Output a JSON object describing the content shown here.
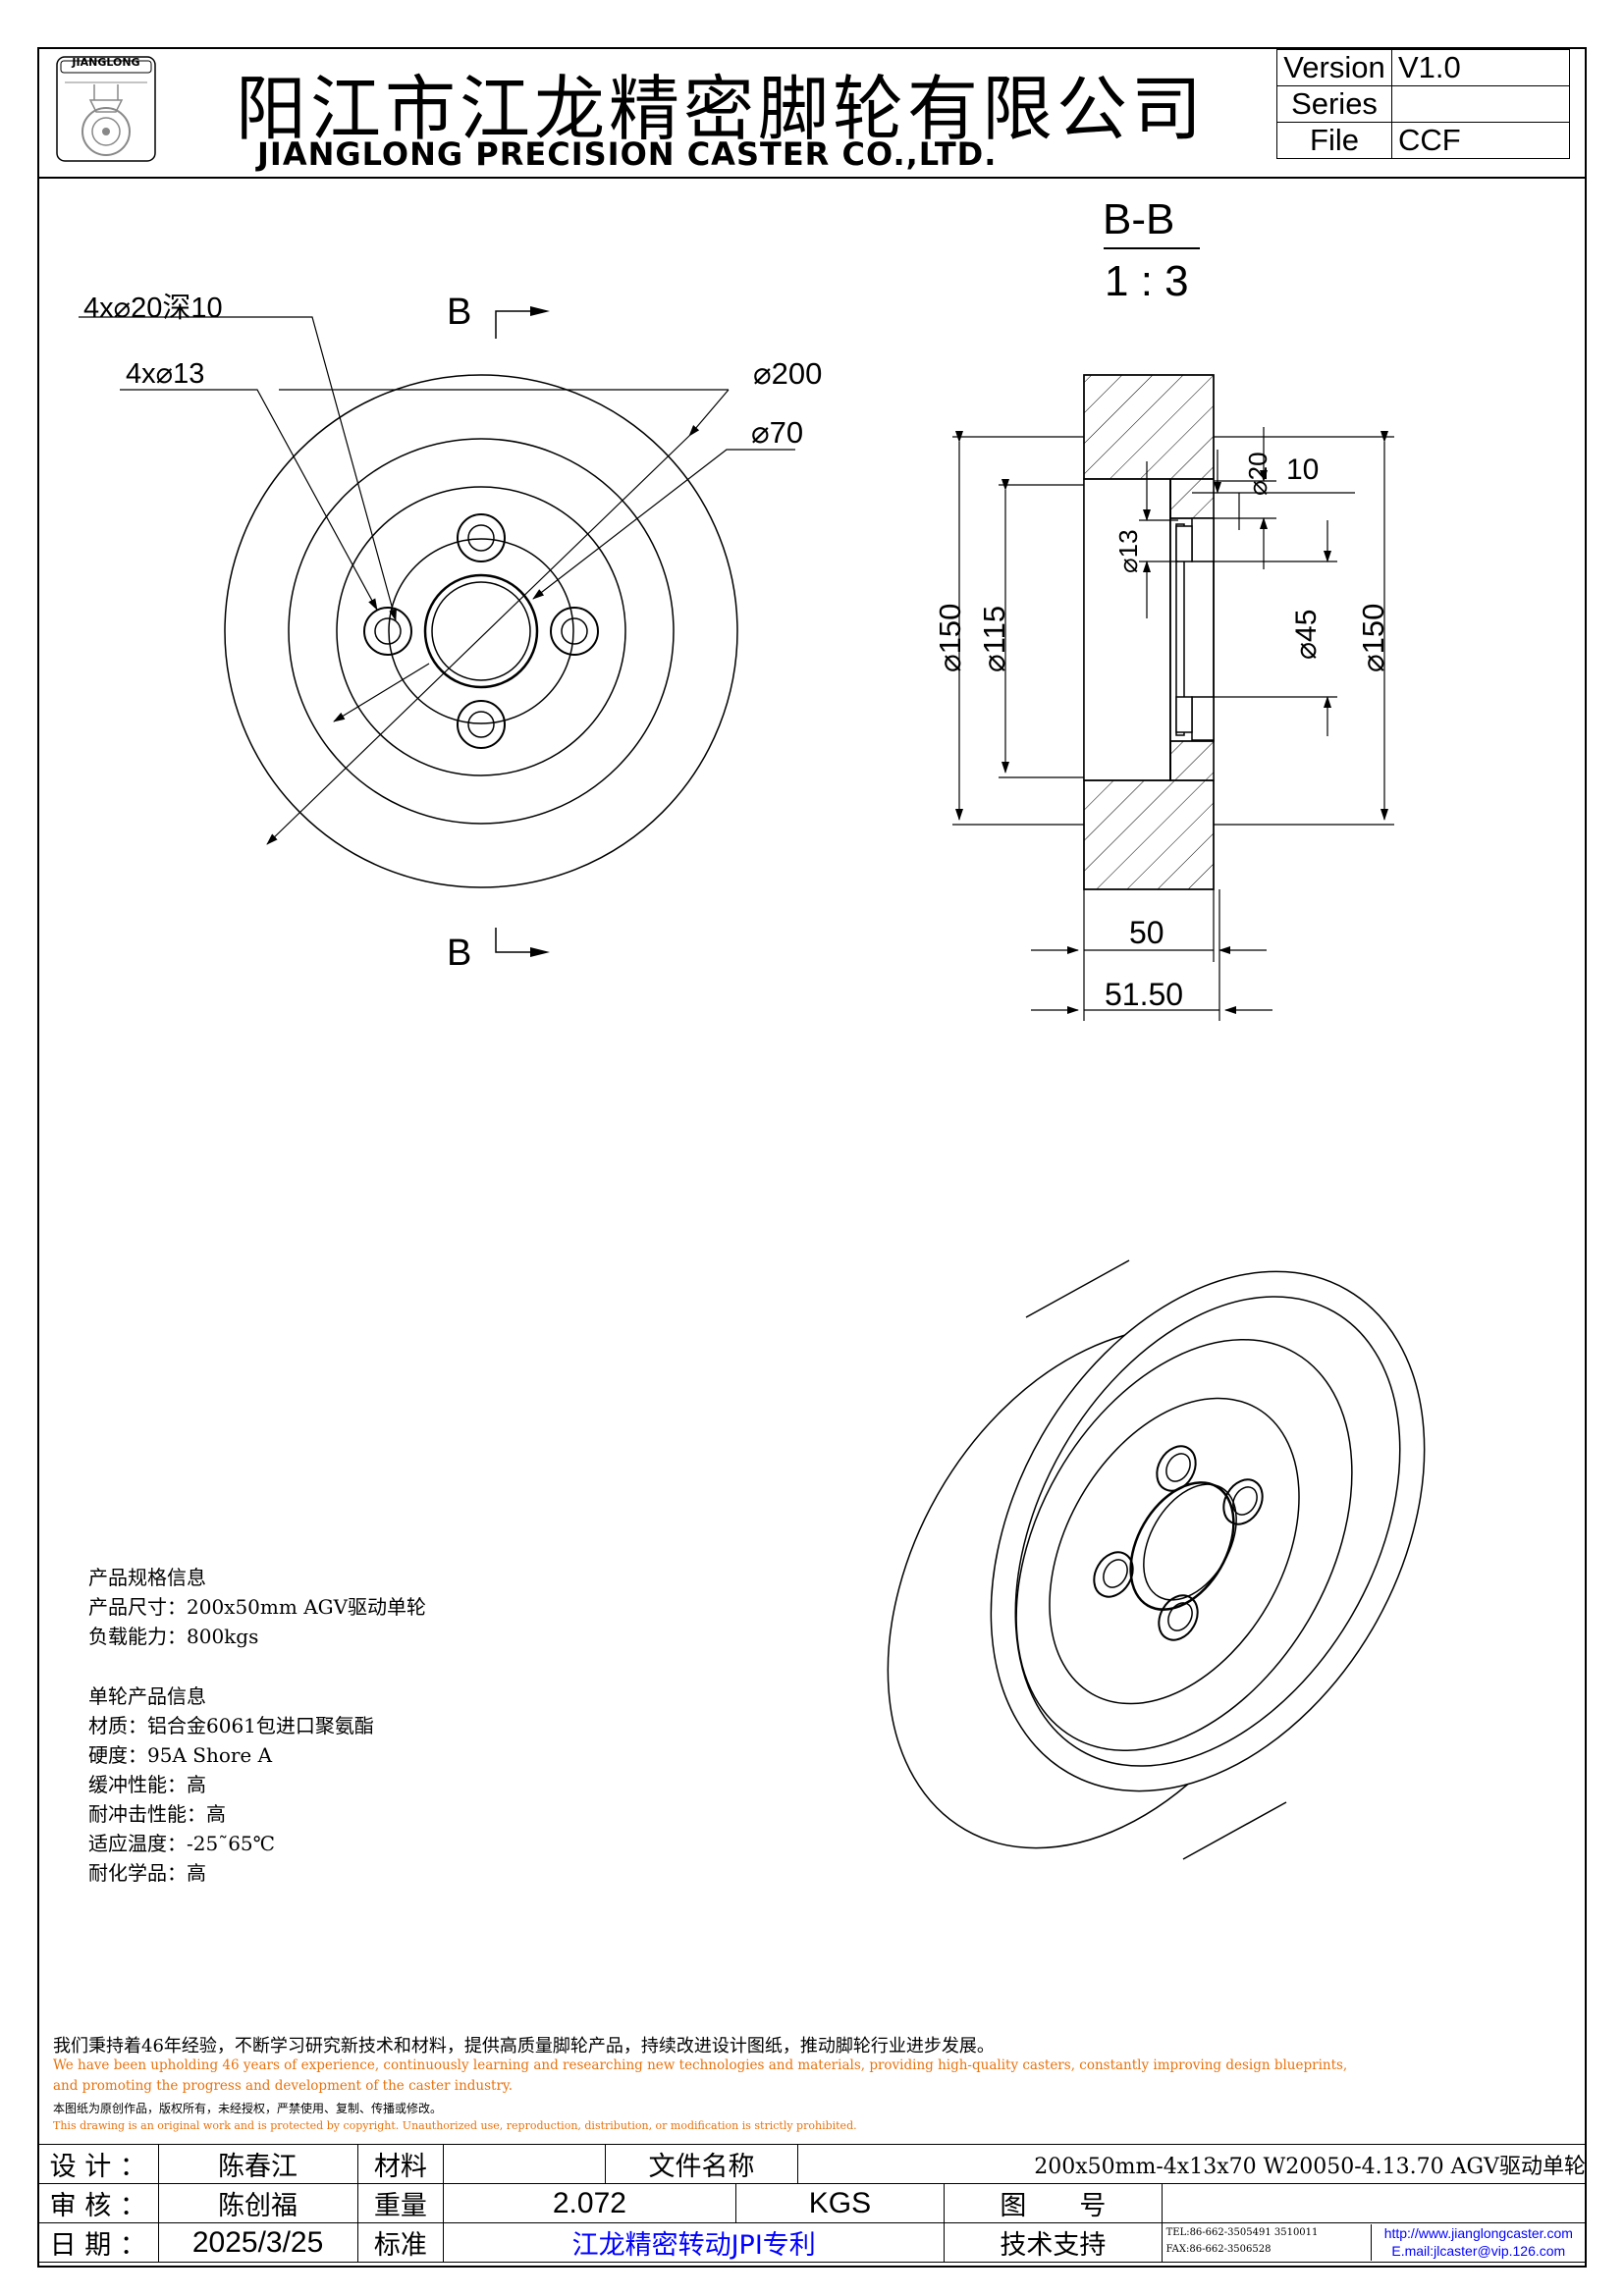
{
  "header": {
    "company_cn": "阳江市江龙精密脚轮有限公司",
    "company_en": "JIANGLONG PRECISION CASTER CO.,LTD.",
    "logo_text": "JIANGLONG",
    "meta": [
      {
        "key": "Version",
        "value": "V1.0"
      },
      {
        "key": "Series",
        "value": ""
      },
      {
        "key": "File",
        "value": "CCF"
      }
    ]
  },
  "front_view": {
    "callouts": [
      "4x⌀20深10",
      "4x⌀13",
      "⌀200",
      "⌀70"
    ],
    "section_label": "B"
  },
  "section_view": {
    "title": "B-B",
    "scale": "1 : 3",
    "dims": {
      "d150_left": "⌀150",
      "d115": "⌀115",
      "d13": "⌀13",
      "d20": "⌀20",
      "d10": "10",
      "d45": "⌀45",
      "d150_right": "⌀150",
      "w50": "50",
      "w5150": "51.50"
    }
  },
  "specs": {
    "title1": "产品规格信息",
    "size": "产品尺寸：200x50mm AGV驱动单轮",
    "load": "负载能力：800kgs",
    "title2": "单轮产品信息",
    "material": "材质：铝合金6061包进口聚氨酯",
    "hardness": "硬度：95A Shore A",
    "cushion": "缓冲性能：高",
    "impact": "耐冲击性能：高",
    "temp": "适应温度：-25˜65℃",
    "chem": "耐化学品：高"
  },
  "footer": {
    "mission_cn": "我们秉持着46年经验，不断学习研究新技术和材料，提供高质量脚轮产品，持续改进设计图纸，推动脚轮行业进步发展。",
    "mission_en_1": "We have been upholding 46 years of experience, continuously learning and researching new technologies and materials, providing high-quality casters, constantly improving design blueprints,",
    "mission_en_2": "and promoting the progress and development of the caster industry.",
    "copyright_cn": "本图纸为原创作品，版权所有，未经授权，严禁使用、复制、传播或修改。",
    "copyright_en": "This drawing is an original work and is protected by copyright. Unauthorized use, reproduction, distribution, or modification is strictly prohibited.",
    "colors": {
      "mission_en": "#e8720c",
      "copyright_en": "#e8720c",
      "link": "#0000ff"
    }
  },
  "title_block": {
    "design_label": "设 计 ：",
    "designer": "陈春江",
    "material_label": "材料",
    "material_value": "",
    "filename_label": "文件名称",
    "filename_value": "200x50mm-4x13x70 W20050-4.13.70 AGV驱动单轮",
    "review_label": "审 核 ：",
    "reviewer": "陈创福",
    "weight_label": "重量",
    "weight_value": "2.072",
    "weight_unit": "KGS",
    "drawing_label": "图　　号",
    "drawing_value": "",
    "date_label": "日 期 ：",
    "date_value": "2025/3/25",
    "standard_label": "标准",
    "standard_value": "江龙精密转动JPI专利",
    "support_label": "技术支持",
    "tel": "TEL:86-662-3505491 3510011",
    "fax": "FAX:86-662-3506528",
    "url": "http://www.jianglongcaster.com",
    "email": "E.mail:jlcaster@vip.126.com"
  }
}
